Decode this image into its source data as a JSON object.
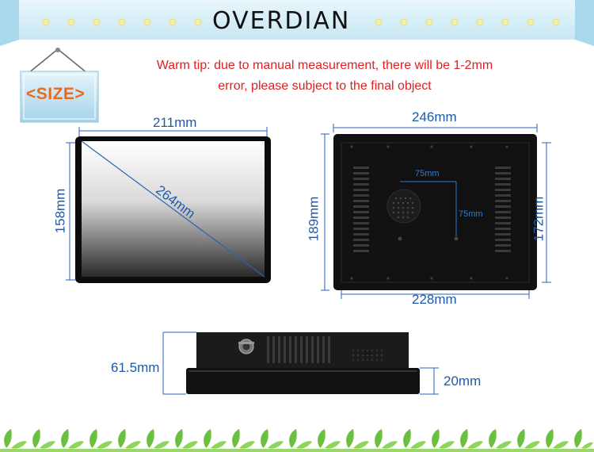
{
  "header": {
    "brand": "OVERDIAN"
  },
  "sign": {
    "label": "<SIZE>"
  },
  "tip": {
    "line1": "Warm tip: due to manual measurement, there will be 1-2mm",
    "line2": "error, please subject to the final object"
  },
  "front_view": {
    "width": "211mm",
    "height": "158mm",
    "diagonal": "264mm"
  },
  "back_view": {
    "width_outer": "246mm",
    "height_outer": "189mm",
    "height_inner": "172mm",
    "width_inner": "228mm",
    "vesa_h": "75mm",
    "vesa_v": "75mm"
  },
  "side_view": {
    "depth_total": "61.5mm",
    "depth_bezel": "20mm"
  },
  "colors": {
    "dimension": "#1e5aa8",
    "tip": "#e02020",
    "sign_text": "#e86b1d"
  }
}
